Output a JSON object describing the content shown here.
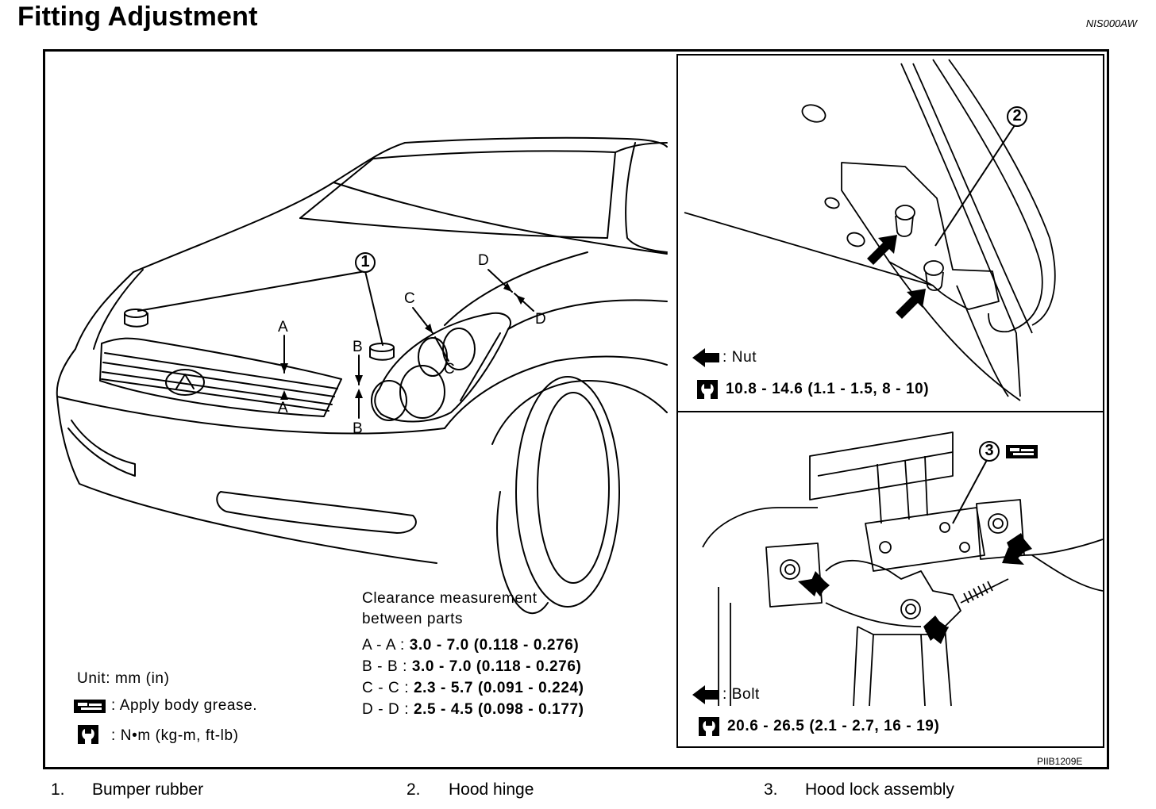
{
  "title": "Fitting Adjustment",
  "doc_code": "NIS000AW",
  "figure_code": "PIIB1209E",
  "clearance": {
    "heading_line1": "Clearance measurement",
    "heading_line2": "between parts",
    "rows": [
      {
        "label": "A - A",
        "sep": " : ",
        "value": "3.0 - 7.0 (0.118 - 0.276)"
      },
      {
        "label": "B - B",
        "sep": " : ",
        "value": "3.0 - 7.0 (0.118 - 0.276)"
      },
      {
        "label": "C - C",
        "sep": " : ",
        "value": "2.3 - 5.7 (0.091 - 0.224)"
      },
      {
        "label": "D - D",
        "sep": " : ",
        "value": "2.5 - 4.5 (0.098 - 0.177)"
      }
    ]
  },
  "legend": {
    "unit": "Unit: mm (in)",
    "grease": ": Apply body grease.",
    "torque_unit": ":  N•m  (kg-m,  ft-lb)"
  },
  "hinge_panel": {
    "callout": "2",
    "arrow_label": ": Nut",
    "torque": "10.8 - 14.6 (1.1 - 1.5, 8 - 10)"
  },
  "lock_panel": {
    "callout": "3",
    "arrow_label": ": Bolt",
    "torque": "20.6 - 26.5 (2.1 - 2.7, 16 - 19)"
  },
  "car_callouts": {
    "bumper": "1",
    "a_top": "A",
    "a_bottom": "A",
    "b_top": "B",
    "b_bottom": "B",
    "c_top": "C",
    "c_bottom": "C",
    "d_top": "D",
    "d_bottom": "D"
  },
  "parts": [
    {
      "num": "1.",
      "name": "Bumper rubber"
    },
    {
      "num": "2.",
      "name": "Hood hinge"
    },
    {
      "num": "3.",
      "name": "Hood lock assembly"
    }
  ]
}
